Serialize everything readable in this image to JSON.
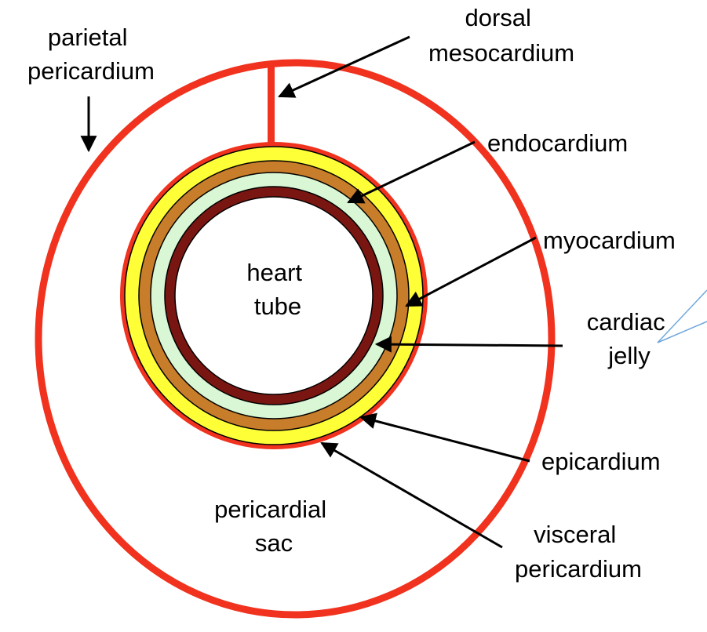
{
  "labels": {
    "dorsal_mesocardium": [
      "dorsal",
      "mesocardium"
    ],
    "parietal_pericardium": [
      "parietal",
      "pericardium"
    ],
    "endocardium": "endocardium",
    "myocardium": "myocardium",
    "cardiac_jelly": [
      "cardiac",
      "jelly"
    ],
    "heart_tube": [
      "heart",
      "tube"
    ],
    "epicardium": "epicardium",
    "pericardial_sac": [
      "pericardial",
      "sac"
    ],
    "visceral_pericardium": [
      "visceral",
      "pericardium"
    ]
  },
  "colors": {
    "pericardium_red": "#f0321e",
    "epicardium_yellow": "#ffff38",
    "myocardium_brown": "#c87d2a",
    "cardiac_jelly_green": "#d9f7d4",
    "endocardium_dark_red": "#7a1612",
    "heart_tube_fill": "#ffffff",
    "arrow": "#000000",
    "decorative_arrow": "#6fa8dc"
  }
}
